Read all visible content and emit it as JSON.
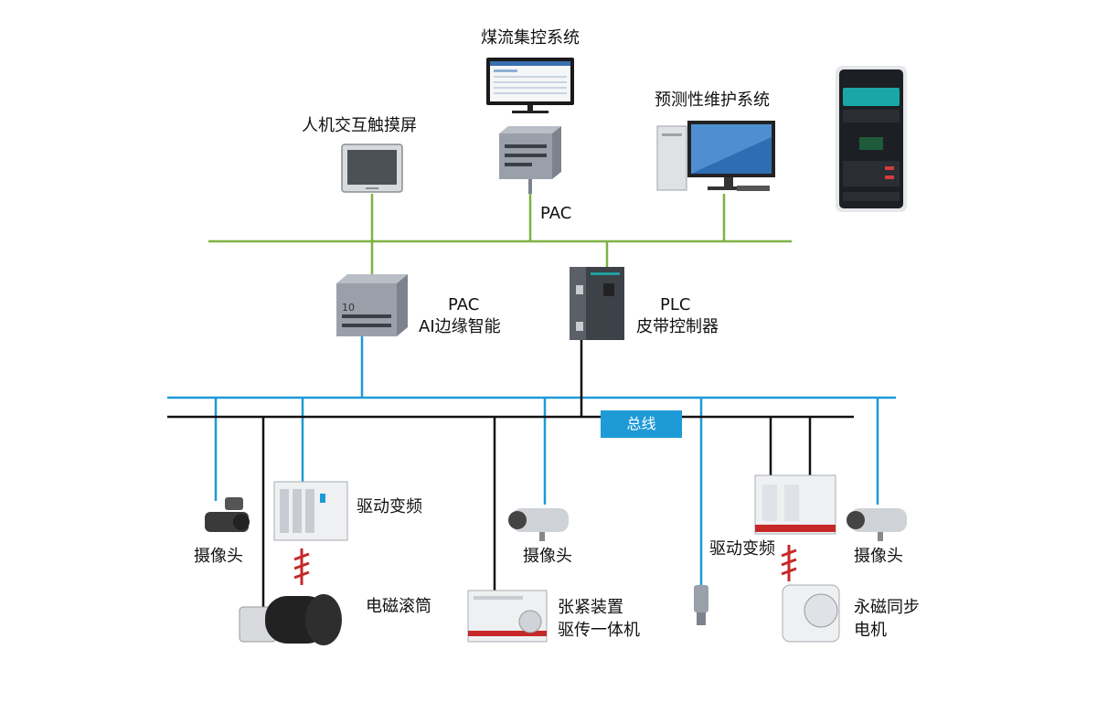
{
  "labels": {
    "coal_flow_system": "煤流集控系统",
    "pac_top": "PAC",
    "hmi": "人机交互触摸屏",
    "predictive_maintenance": "预测性维护系统",
    "pac_ai_line1": "PAC",
    "pac_ai_line2": "AI边缘智能",
    "plc_line1": "PLC",
    "plc_line2": "皮带控制器",
    "bus": "总线",
    "camera_1": "摄像头",
    "vfd_1": "驱动变频",
    "camera_2": "摄像头",
    "vfd_2": "驱动变频",
    "camera_3": "摄像头",
    "drum": "电磁滚筒",
    "tensioner_line1": "张紧装置",
    "tensioner_line2": "驱传一体机",
    "pm_motor_line1": "永磁同步",
    "pm_motor_line2": "电机"
  },
  "colors": {
    "ethernet_line": "#7cb342",
    "fieldbus_line": "#1e9ad6",
    "power_line": "#111111",
    "cable_mark": "#c62828",
    "bus_box": "#1e9ad6"
  }
}
